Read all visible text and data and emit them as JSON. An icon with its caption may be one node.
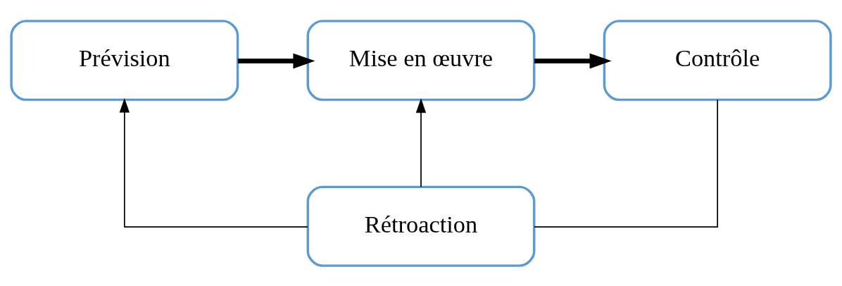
{
  "diagram": {
    "nodes": [
      {
        "text": [
          "Prévision"
        ]
      },
      {
        "text": [
          "Mise en œuvre"
        ]
      },
      {
        "text": [
          "Contrôle"
        ]
      },
      {
        "text": [
          "Rétroaction"
        ]
      }
    ],
    "edges": [
      {
        "from": 0,
        "to": 1,
        "arrow": "to",
        "style": "thick"
      },
      {
        "from": 1,
        "to": 2,
        "arrow": "to",
        "style": "thick"
      },
      {
        "from": 2,
        "to": 3,
        "arrow": "none"
      },
      {
        "from": 3,
        "to": 0,
        "arrow": "to"
      },
      {
        "from": 3,
        "to": 1,
        "arrow": "to"
      }
    ]
  }
}
